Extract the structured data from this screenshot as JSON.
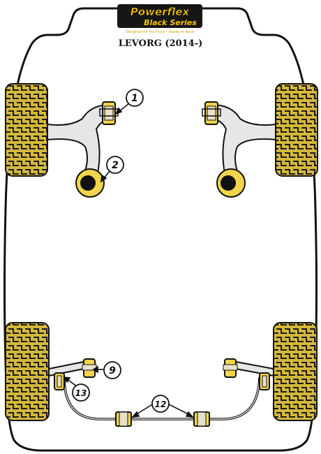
{
  "brand": {
    "name": "Powerflex",
    "series": "Black Series",
    "tagline": "Designed for the Track – Ready to Race"
  },
  "model_title": "LEVORG (2014-)",
  "callouts": {
    "c1": "1",
    "c2": "2",
    "c9": "9",
    "c12": "12",
    "c13": "13"
  },
  "colors": {
    "tyre_fill": "#d4b83a",
    "tyre_tread": "#1a1a1a",
    "bushing_yellow": "#f2d54a",
    "arm_fill": "#e6e6e6",
    "outline": "#111111",
    "logo_bg": "#161616",
    "logo_accent": "#f5c400"
  }
}
